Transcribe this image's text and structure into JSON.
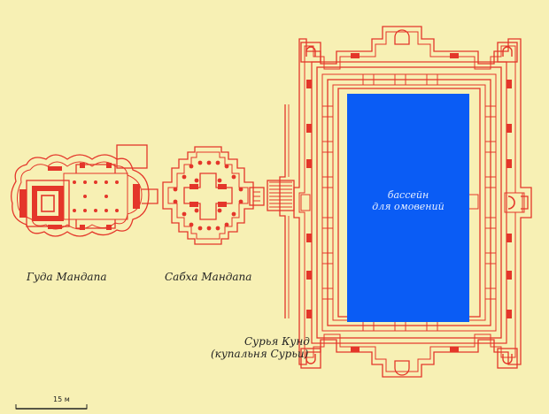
{
  "labels": {
    "guda": "Гуда Мандапа",
    "sabha": "Сабха Мандапа",
    "surya_line1": "Сурья Кунд",
    "surya_line2": "(купальня Сурьи)",
    "pool_line1": "бассейн",
    "pool_line2": "для омовений",
    "scale": "15 м"
  },
  "colors": {
    "background": "#f7f0b4",
    "plan": "#e4362a",
    "pool": "#0a5cf5",
    "text": "#222222"
  }
}
